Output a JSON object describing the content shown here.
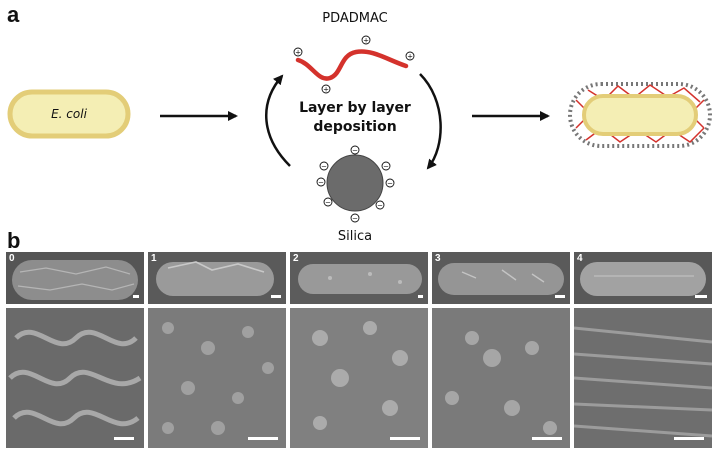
{
  "panels": {
    "a": "a",
    "b": "b"
  },
  "diagram": {
    "cell_label": "E. coli",
    "polymer_label": "PDADMAC",
    "particle_label": "Silica",
    "process_label_line1": "Layer by layer",
    "process_label_line2": "deposition",
    "colors": {
      "cell_fill": "#f4eeb4",
      "cell_outline": "#e3cd78",
      "polymer": "#d4322c",
      "silica": "#6b6b6b"
    }
  },
  "micrographs": {
    "low_mag_labels": [
      "0",
      "1",
      "2",
      "3",
      "4"
    ]
  }
}
